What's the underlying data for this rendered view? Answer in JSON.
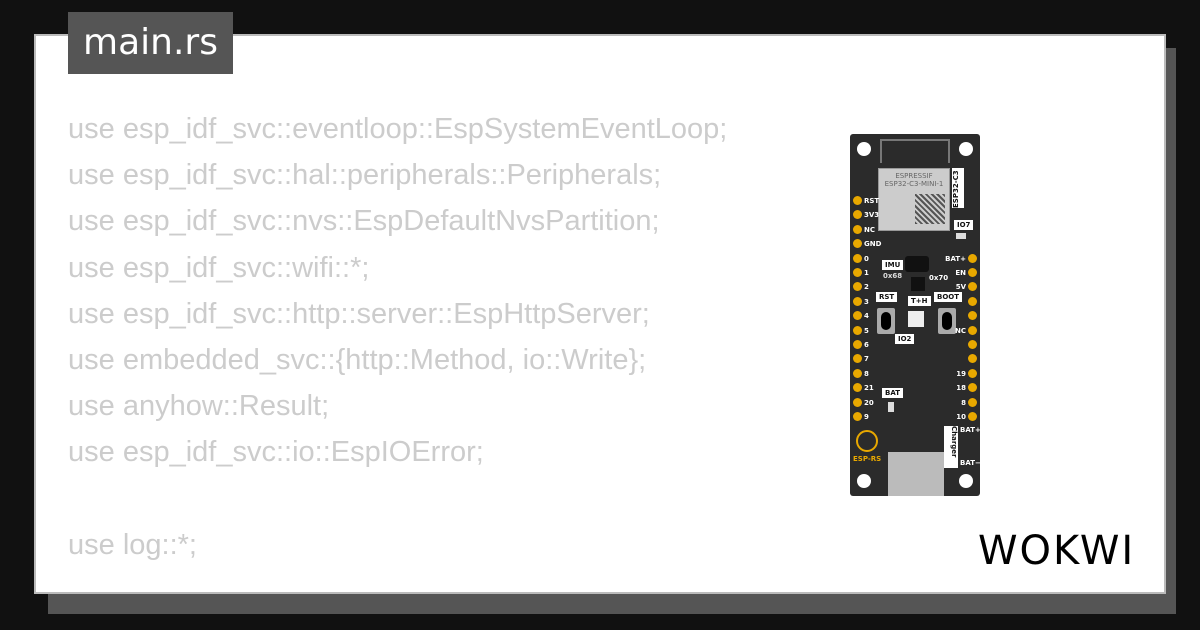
{
  "file_tab": {
    "title": "main.rs"
  },
  "code_lines": [
    "use esp_idf_svc::eventloop::EspSystemEventLoop;",
    "use esp_idf_svc::hal::peripherals::Peripherals;",
    "use esp_idf_svc::nvs::EspDefaultNvsPartition;",
    "use esp_idf_svc::wifi::*;",
    "use esp_idf_svc::http::server::EspHttpServer;",
    "use embedded_svc::{http::Method, io::Write};",
    "use anyhow::Result;",
    "use esp_idf_svc::io::EspIOError;",
    "",
    "use log::*;"
  ],
  "board": {
    "module_brand": "ESPRESSIF",
    "module_name": "ESP32-C3-MINI-1",
    "chip_label": "ESP32-C3",
    "left_pins": [
      "RST",
      "3V3",
      "NC",
      "GND",
      "0",
      "1",
      "2",
      "3",
      "4",
      "5",
      "6",
      "7",
      "8",
      "21",
      "20",
      "9"
    ],
    "right_pins": [
      "",
      "",
      "",
      "",
      "BAT+",
      "EN",
      "5V",
      "",
      "",
      "NC",
      "",
      "",
      "19",
      "18",
      "8",
      "10"
    ],
    "tags": {
      "imu": "IMU",
      "imu_addr": "0x68",
      "th": "T+H",
      "th_addr": "0x70",
      "rst": "RST",
      "boot": "BOOT",
      "io2": "IO2",
      "io7": "IO7",
      "bat": "BAT",
      "charger": "Charger",
      "bat_plus": "BAT+",
      "bat_minus": "BAT−",
      "brand": "ESP-RS"
    },
    "pin_color": "#e8a800"
  },
  "logo": {
    "text": "WOKWI"
  }
}
